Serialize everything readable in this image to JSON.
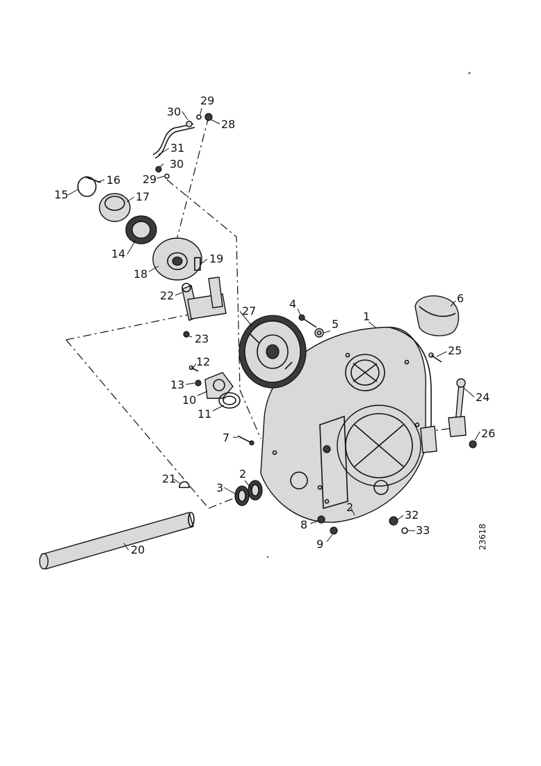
{
  "drawing_number": "23618",
  "callouts": [
    {
      "id": "c1",
      "label": "1"
    },
    {
      "id": "c2a",
      "label": "2"
    },
    {
      "id": "c2b",
      "label": "2"
    },
    {
      "id": "c3",
      "label": "3"
    },
    {
      "id": "c4",
      "label": "4"
    },
    {
      "id": "c5",
      "label": "5"
    },
    {
      "id": "c6",
      "label": "6"
    },
    {
      "id": "c7",
      "label": "7"
    },
    {
      "id": "c8",
      "label": "8"
    },
    {
      "id": "c9",
      "label": "9"
    },
    {
      "id": "c10",
      "label": "10"
    },
    {
      "id": "c11",
      "label": "11"
    },
    {
      "id": "c12",
      "label": "12"
    },
    {
      "id": "c13",
      "label": "13"
    },
    {
      "id": "c14",
      "label": "14"
    },
    {
      "id": "c15",
      "label": "15"
    },
    {
      "id": "c16",
      "label": "16"
    },
    {
      "id": "c17",
      "label": "17"
    },
    {
      "id": "c18",
      "label": "18"
    },
    {
      "id": "c19",
      "label": "19"
    },
    {
      "id": "c20",
      "label": "20"
    },
    {
      "id": "c21",
      "label": "21"
    },
    {
      "id": "c22",
      "label": "22"
    },
    {
      "id": "c23",
      "label": "23"
    },
    {
      "id": "c24",
      "label": "24"
    },
    {
      "id": "c25",
      "label": "25"
    },
    {
      "id": "c26",
      "label": "26"
    },
    {
      "id": "c27",
      "label": "27"
    },
    {
      "id": "c28",
      "label": "28"
    },
    {
      "id": "c29a",
      "label": "29"
    },
    {
      "id": "c29b",
      "label": "29"
    },
    {
      "id": "c30a",
      "label": "30"
    },
    {
      "id": "c30b",
      "label": "30"
    },
    {
      "id": "c31",
      "label": "31"
    },
    {
      "id": "c32",
      "label": "32"
    },
    {
      "id": "c33",
      "label": "33"
    }
  ]
}
